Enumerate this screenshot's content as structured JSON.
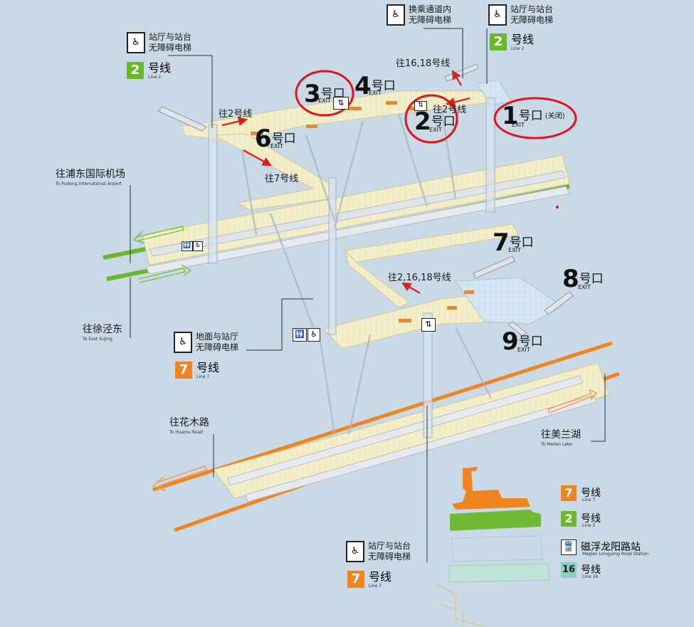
{
  "colors": {
    "background": "#c9d9e6",
    "line2": "#6cb82c",
    "line7": "#f08520",
    "line16": "#8ed0c0",
    "maglev": "#222222",
    "highlight_circle": "#e5101b",
    "arrow": "#d9221c"
  },
  "lift_labels": {
    "concourse_platform": [
      "站厅与站台",
      "无障碍电梯"
    ],
    "transfer_passage": [
      "换乘通道内",
      "无障碍电梯"
    ],
    "ground_concourse": [
      "地面与站厅",
      "无障碍电梯"
    ]
  },
  "line_tags": {
    "line2": {
      "number": "2",
      "name": "号线",
      "en": "Line 2"
    },
    "line7": {
      "number": "7",
      "name": "号线",
      "en": "Line 7"
    },
    "line16": {
      "number": "16",
      "name": "号线",
      "en": "Line 16"
    },
    "maglev": {
      "name": "磁浮龙阳路站",
      "en": "Maglev Longyang Road Station"
    }
  },
  "exits": [
    {
      "id": "exit-1",
      "number": "1",
      "kou": "号口",
      "exit": "EXIT",
      "note": "(关闭)",
      "circled": true
    },
    {
      "id": "exit-2",
      "number": "2",
      "kou": "号口",
      "exit": "EXIT",
      "circled": true
    },
    {
      "id": "exit-3",
      "number": "3",
      "kou": "号口",
      "exit": "EXIT",
      "circled": true
    },
    {
      "id": "exit-4",
      "number": "4",
      "kou": "号口",
      "exit": "EXIT",
      "circled": false
    },
    {
      "id": "exit-6",
      "number": "6",
      "kou": "号口",
      "exit": "EXIT",
      "circled": false
    },
    {
      "id": "exit-7",
      "number": "7",
      "kou": "号口",
      "exit": "EXIT",
      "circled": false
    },
    {
      "id": "exit-8",
      "number": "8",
      "kou": "号口",
      "exit": "EXIT",
      "circled": false
    },
    {
      "id": "exit-9",
      "number": "9",
      "kou": "号口",
      "exit": "EXIT",
      "circled": false
    }
  ],
  "transfer_labels": {
    "to_line2_upper": "往2号线",
    "to_line2_right": "往2号线",
    "to_line7": "往7号线",
    "to_16_18": "往16,18号线",
    "to_2_16_18": "往2,16,18号线"
  },
  "directions": {
    "pudong_airport": {
      "zh": "往浦东国际机场",
      "en": "To Pudong International Airport"
    },
    "east_xujing": {
      "zh": "往徐泾东",
      "en": "To East Xujing"
    },
    "huamu_road": {
      "zh": "往花木路",
      "en": "To Huamu Road"
    },
    "meilan_lake": {
      "zh": "往美兰湖",
      "en": "To Meilan Lake"
    }
  },
  "icons": {
    "lift": "accessible-lift-icon",
    "toilet": "toilet-icon",
    "wheelchair": "wheelchair-icon",
    "escalator": "escalator-icon",
    "maglev_train": "train-icon"
  }
}
